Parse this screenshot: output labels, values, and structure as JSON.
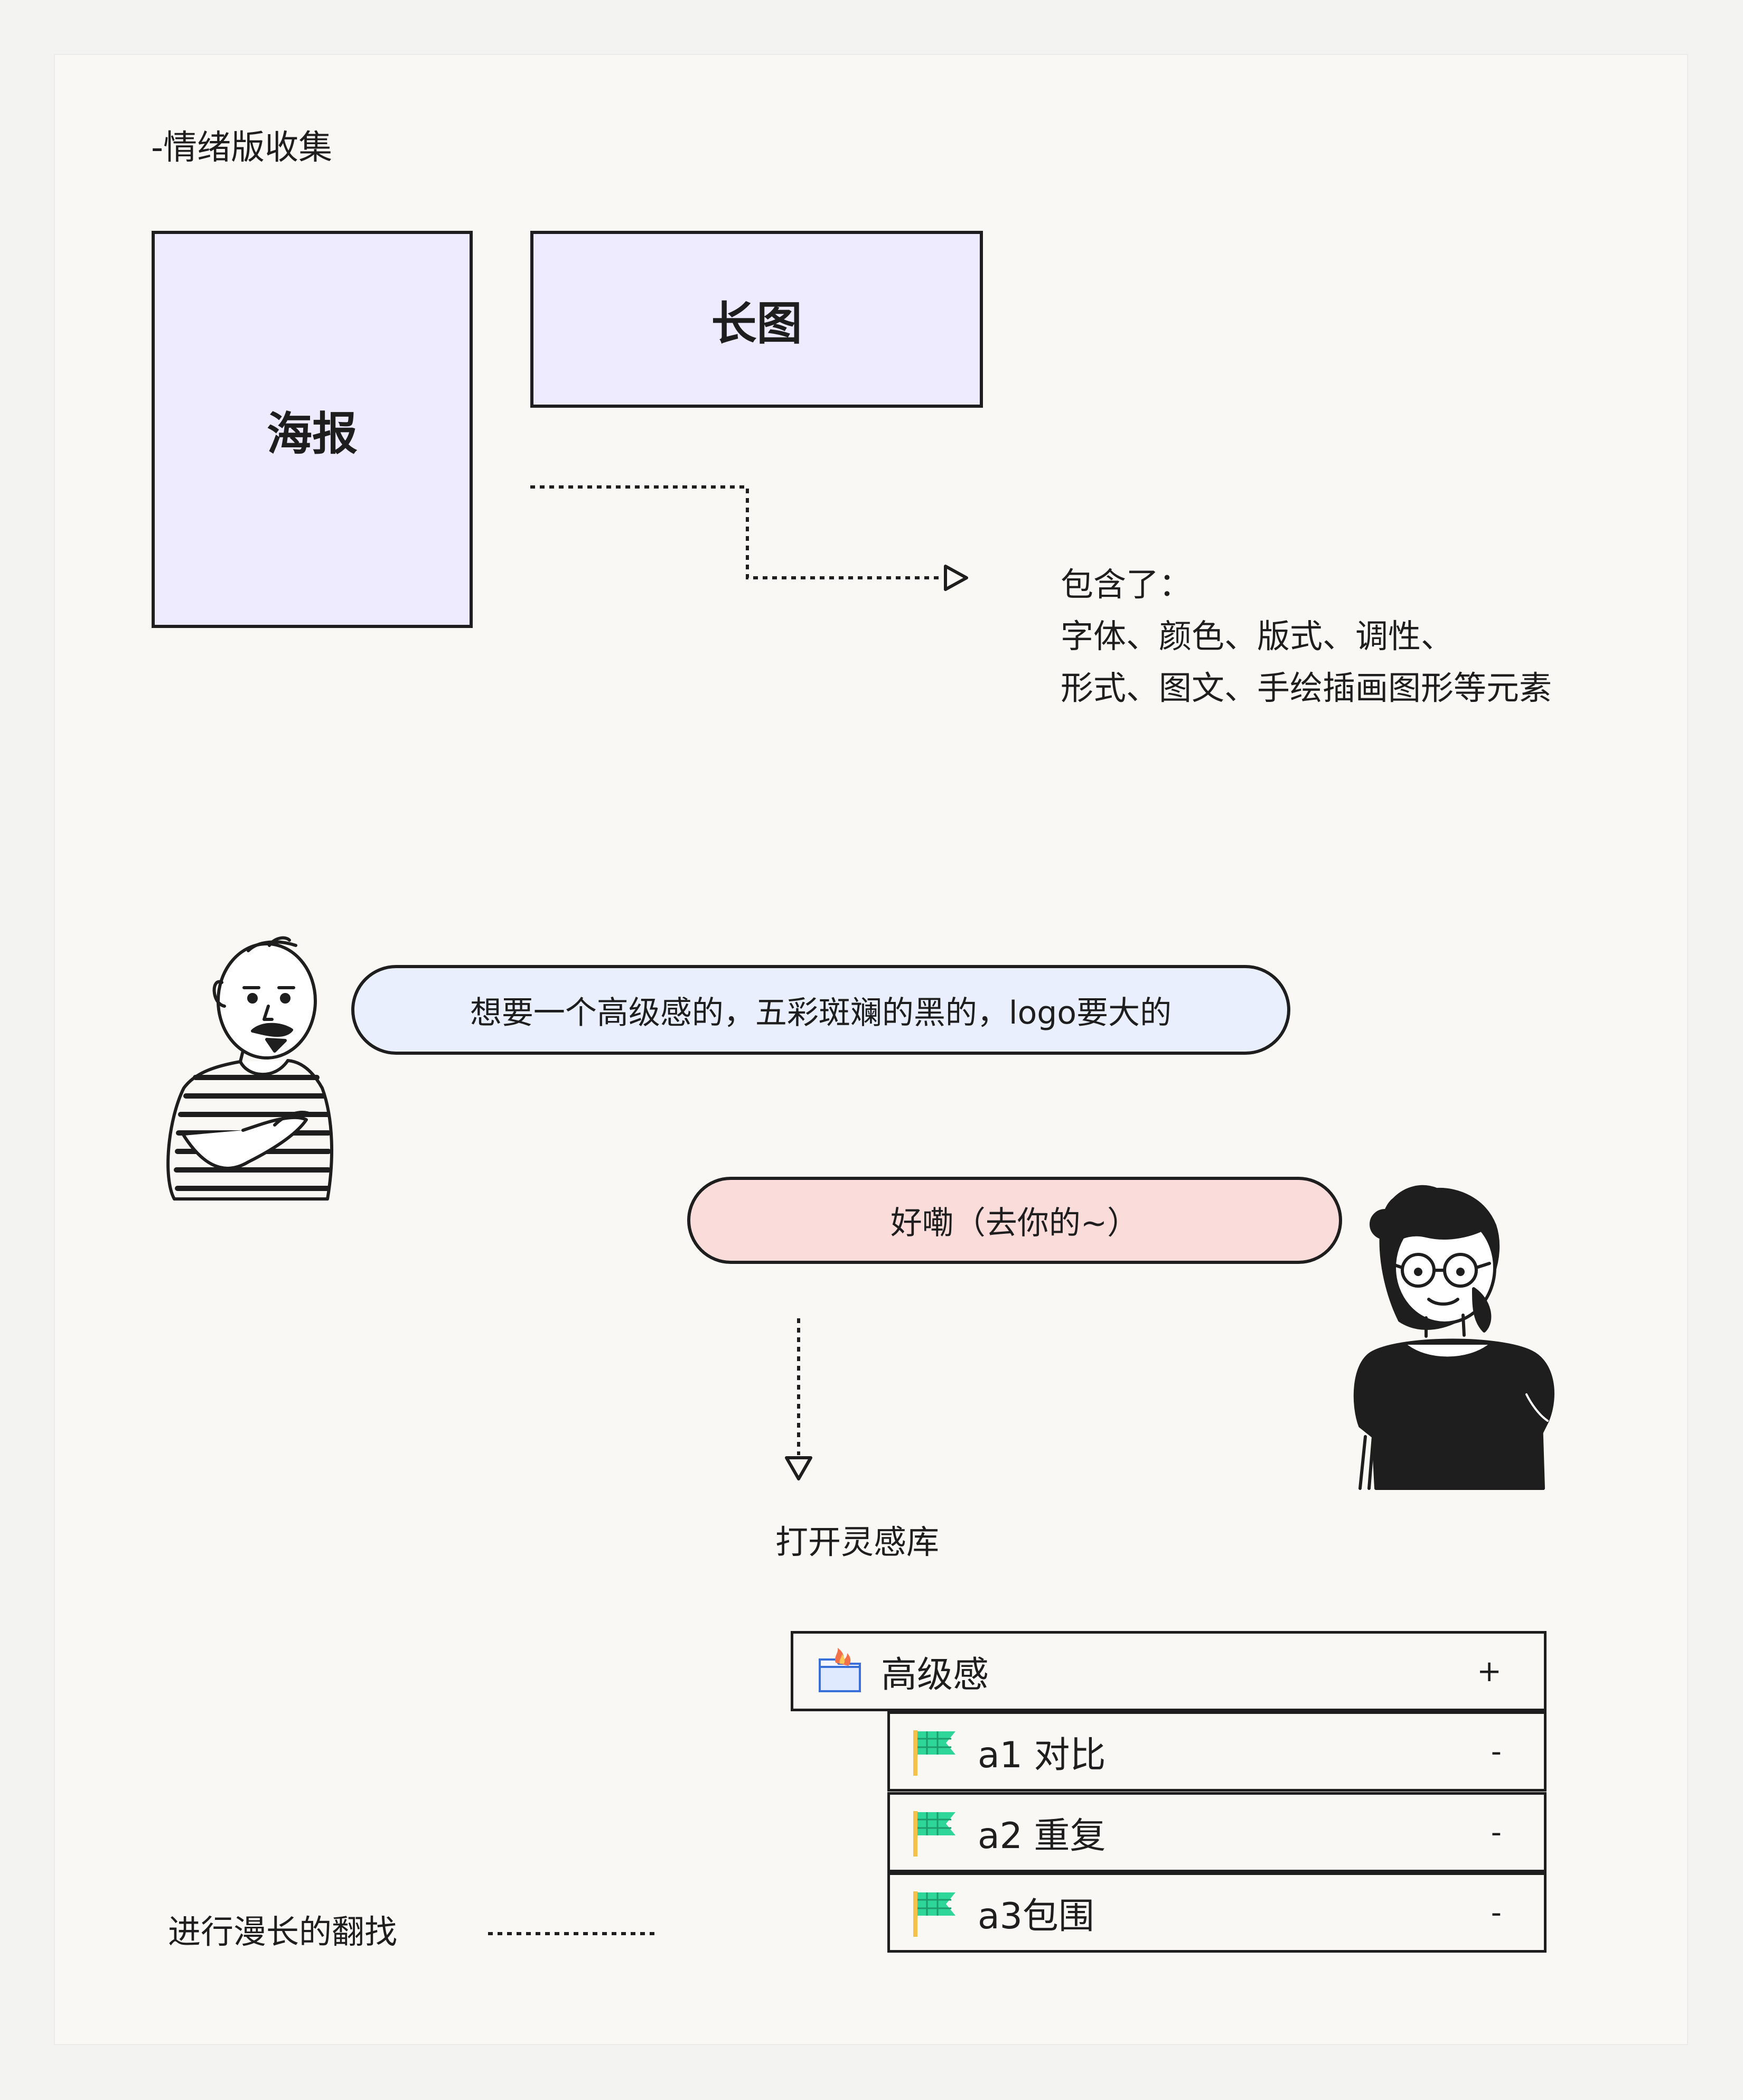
{
  "heading": "-情绪版收集",
  "boxes": {
    "poster": "海报",
    "long_image": "长图"
  },
  "description": {
    "line1": "包含了：",
    "line2": "字体、颜色、版式、调性、",
    "line3": "形式、图文、手绘插画图形等元素"
  },
  "dialog": {
    "client": "想要一个高级感的，五彩斑斓的黑的，logo要大的",
    "designer": "好嘞（去你的~）"
  },
  "steps": {
    "open_library": "打开灵感库",
    "search": "进行漫长的翻找"
  },
  "library": {
    "root": {
      "label": "高级感",
      "action": "+"
    },
    "children": [
      {
        "label": "a1 对比",
        "action": "-"
      },
      {
        "label": "a2 重复",
        "action": "-"
      },
      {
        "label": "a3包围",
        "action": "-"
      }
    ]
  },
  "colors": {
    "box_fill": "#efebfe",
    "client_bubble": "#e9effd",
    "designer_bubble": "#fadcdb",
    "flag": "#2fd69a",
    "stroke": "#1e1e1e"
  }
}
